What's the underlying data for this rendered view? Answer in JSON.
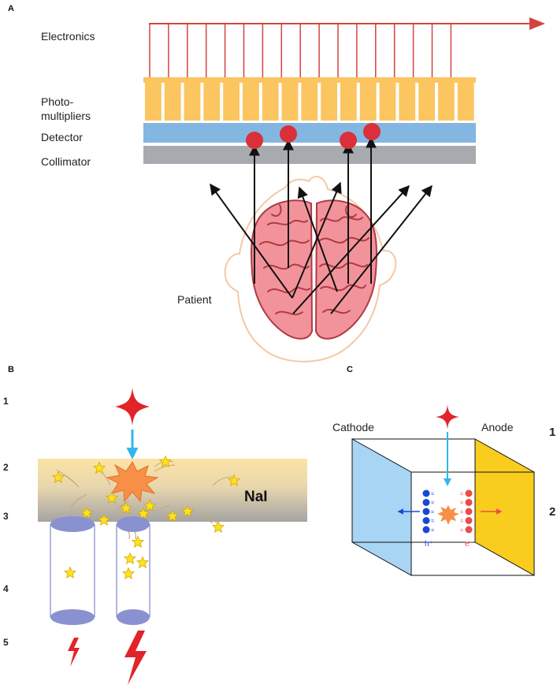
{
  "panel_a": {
    "letter": "A",
    "labels": {
      "electronics": "Electronics",
      "photomultipliers_line1": "Photo-",
      "photomultipliers_line2": "multipliers",
      "detector": "Detector",
      "collimator": "Collimator",
      "patient": "Patient"
    }
  },
  "panel_b": {
    "letter": "B",
    "row_numbers": [
      "1",
      "2",
      "3",
      "4",
      "5"
    ],
    "crystal_label": "NaI"
  },
  "panel_c": {
    "letter": "C",
    "cathode_label": "Cathode",
    "anode_label": "Anode",
    "row_numbers": [
      "1",
      "2"
    ],
    "hole_label": "h⁺",
    "electron_label": "e⁻"
  },
  "colors": {
    "photomultiplier": "#fbc560",
    "detector": "#84b6e2",
    "collimator": "#a7abaf",
    "electronics": "#d2453f",
    "event_dot": "#d9303a",
    "brain": "#f2939b",
    "brain_outline": "#b03a43",
    "head_outline": "#f2c9a6",
    "gamma_star": "#e2232a",
    "gamma_arrow": "#33b6ee",
    "scint_star": "#ffe21f",
    "scint_burst": "#f59046",
    "nai_top": "#fce3a6",
    "nai_bottom": "#a5a4a3",
    "pmt": "#8a91d1",
    "cathode": "#a9d5f5",
    "anode": "#f9cd1e",
    "hole": "#1a48d6",
    "electron": "#ef4a4a"
  },
  "icons": [
    "gamma-photon-icon",
    "scintillation-star-icon",
    "lightning-bolt-icon",
    "brain-icon",
    "head-outline-icon"
  ]
}
